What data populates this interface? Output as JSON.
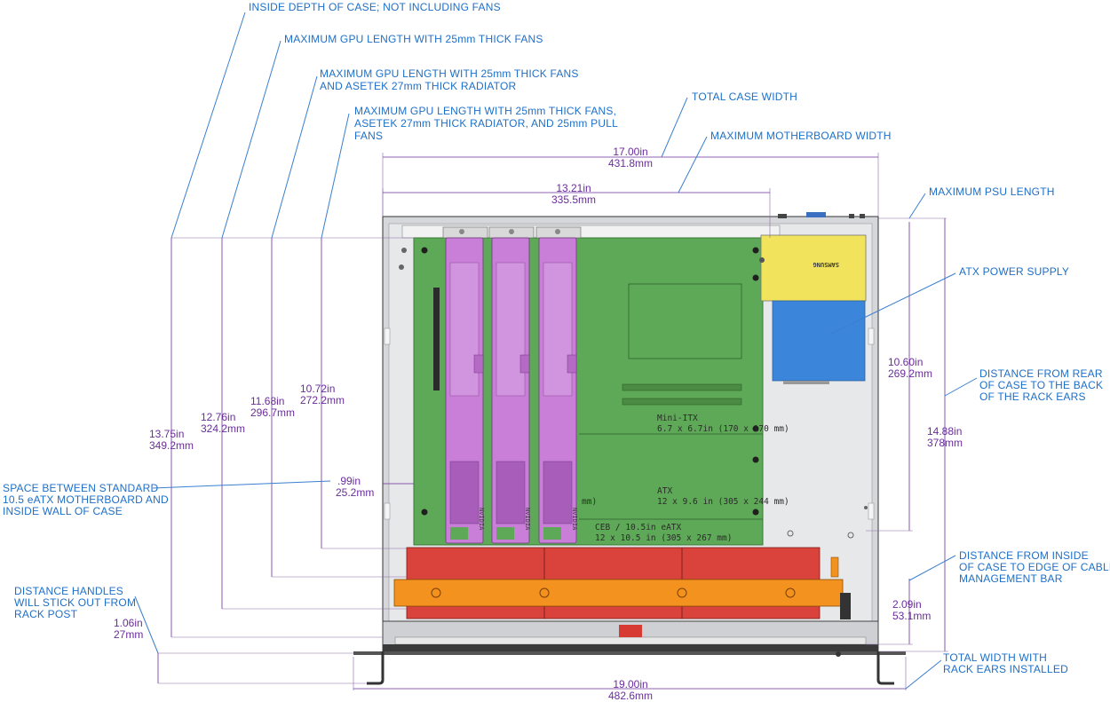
{
  "callouts": {
    "depth_no_fans": "INSIDE DEPTH OF CASE; NOT INCLUDING FANS",
    "gpu_25mm": "MAXIMUM GPU LENGTH WITH 25mm THICK FANS",
    "gpu_radiator_1": "MAXIMUM GPU LENGTH WITH 25mm THICK FANS",
    "gpu_radiator_2": "AND ASETEK 27mm THICK RADIATOR",
    "gpu_pull_1": "MAXIMUM GPU LENGTH WITH 25mm THICK FANS,",
    "gpu_pull_2": "ASETEK 27mm THICK RADIATOR, AND 25mm PULL",
    "gpu_pull_3": "FANS",
    "total_case_width": "TOTAL CASE WIDTH",
    "max_mb_width": "MAXIMUM MOTHERBOARD WIDTH",
    "max_psu_length": "MAXIMUM PSU LENGTH",
    "atx_psu": "ATX POWER SUPPLY",
    "rear_to_ears_1": "DISTANCE FROM REAR",
    "rear_to_ears_2": "OF CASE TO THE BACK",
    "rear_to_ears_3": "OF THE RACK EARS",
    "space_1": "SPACE BETWEEN STANDARD",
    "space_2": "10.5 eATX MOTHERBOARD AND",
    "space_3": "INSIDE WALL OF CASE",
    "cable_bar_1": "DISTANCE FROM INSIDE",
    "cable_bar_2": "OF CASE TO EDGE OF CABLE",
    "cable_bar_3": "MANAGEMENT BAR",
    "handles_1": "DISTANCE HANDLES",
    "handles_2": "WILL STICK OUT FROM",
    "handles_3": "RACK POST",
    "width_ears_1": "TOTAL WIDTH WITH",
    "width_ears_2": "RACK EARS INSTALLED"
  },
  "dimensions": {
    "total_width_in": "17.00in",
    "total_width_mm": "431.8mm",
    "mb_width_in": "13.21in",
    "mb_width_mm": "335.5mm",
    "depth_in": "13.75in",
    "depth_mm": "349.2mm",
    "gpu25_in": "12.76in",
    "gpu25_mm": "324.2mm",
    "gpurad_in": "11.68in",
    "gpurad_mm": "296.7mm",
    "gpupull_in": "10.72in",
    "gpupull_mm": "272.2mm",
    "space_in": ".99in",
    "space_mm": "25.2mm",
    "psu_in": "10.60in",
    "psu_mm": "269.2mm",
    "rear_ears_in": "14.88in",
    "rear_ears_mm": "378mm",
    "cable_in": "2.09in",
    "cable_mm": "53.1mm",
    "handles_in": "1.06in",
    "handles_mm": "27mm",
    "ears_width_in": "19.00in",
    "ears_width_mm": "482.6mm"
  },
  "board_labels": {
    "mini_itx": "Mini-ITX",
    "mini_itx_size": "6.7 x 6.7in (170 x 170 mm)",
    "atx": "ATX",
    "atx_size": "12 x 9.6 in (305 x 244 mm)",
    "ceb": "CEB / 10.5in eATX",
    "ceb_size": "12 x 10.5 in (305 x 267 mm)",
    "mm_fragment": "mm)",
    "psu_brand": "SAMSUNG",
    "gpu_brand": "NVIDIA"
  },
  "colors": {
    "callout": "#1d6fc9",
    "dimension": "#6a2d9c",
    "pcb": "#5ea957",
    "gpu": "#c97fd8",
    "fan": "#d9433c",
    "radiator": "#f3921f",
    "psu_label": "#f2e35c",
    "psu_body": "#3b86db",
    "case": "#e4e5e7"
  }
}
